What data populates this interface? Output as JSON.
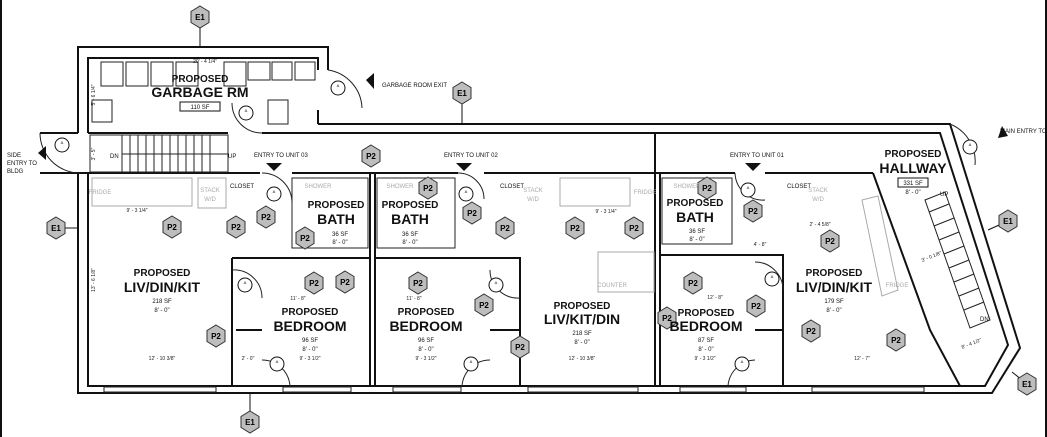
{
  "rooms": {
    "garbage": {
      "prefix": "PROPOSED",
      "name": "GARBAGE RM",
      "area": "110 SF"
    },
    "hallway": {
      "prefix": "PROPOSED",
      "name": "HALLWAY",
      "area": "331 SF",
      "height": "8' - 0\""
    },
    "unit3_living": {
      "prefix": "PROPOSED",
      "name": "LIV/DIN/KIT",
      "area": "218 SF",
      "height": "8' - 0\""
    },
    "unit3_bath": {
      "prefix": "PROPOSED",
      "name": "BATH",
      "area": "36 SF",
      "height": "8' - 0\""
    },
    "unit3_bedroom": {
      "prefix": "PROPOSED",
      "name": "BEDROOM",
      "area": "96 SF",
      "height": "8' - 0\""
    },
    "unit2_bath": {
      "prefix": "PROPOSED",
      "name": "BATH",
      "area": "36 SF",
      "height": "8' - 0\""
    },
    "unit2_bedroom": {
      "prefix": "PROPOSED",
      "name": "BEDROOM",
      "area": "96 SF",
      "height": "8' - 0\""
    },
    "unit2_living": {
      "prefix": "PROPOSED",
      "name": "LIV/KIT/DIN",
      "area": "218 SF",
      "height": "8' - 0\""
    },
    "unit1_bath": {
      "prefix": "PROPOSED",
      "name": "BATH",
      "area": "36 SF",
      "height": "8' - 0\""
    },
    "unit1_bedroom": {
      "prefix": "PROPOSED",
      "name": "BEDROOM",
      "area": "87 SF",
      "height": "8' - 0\""
    },
    "unit1_living": {
      "prefix": "PROPOSED",
      "name": "LIV/DIN/KIT",
      "area": "179 SF",
      "height": "8' - 0\""
    }
  },
  "notes": {
    "side_entry": [
      "SIDE",
      "ENTRY TO",
      "BLDG"
    ],
    "garbage_exit": "GARBAGE ROOM EXIT",
    "entry_unit3": "ENTRY TO UNIT 03",
    "entry_unit2": "ENTRY TO UNIT 02",
    "entry_unit1": "ENTRY TO UNIT 01",
    "main_entry": "MAIN ENTRY TO"
  },
  "fixtures": {
    "fridge": "FRIDGE",
    "stack": "STACK",
    "wd": "W/D",
    "closet": "CLOSET",
    "shower": "SHOWER",
    "counter": "COUNTER",
    "dn": "DN",
    "up": "UP"
  },
  "dimensions": {
    "garbage_width": "20' - 4 1/4\"",
    "garbage_depth": "5' - 6 1/4\"",
    "stair_width": "3' - 5\"",
    "kitchen3": "9' - 3 1/4\"",
    "unit3_width": "12' - 10 3/8\"",
    "unit3_depth": "13' - 6 1/8\"",
    "bed_width": "11' - 8\"",
    "bed_depth": "9' - 3 1/2\"",
    "closet": "2' - 0\"",
    "unit2_width": "12' - 10 3/8\"",
    "unit1_bed": "12' - 8\"",
    "unit1_width": "12' - 7\"",
    "hall_a": "3' - 0 1/8\"",
    "hall_b": "8' - 4 1/2\"",
    "hall_c": "4' - 8\"",
    "kitchen1": "9' - 3 1/4\"",
    "closet1": "2' - 4 5/8\""
  },
  "tags": {
    "elevation": "E1",
    "partition": "P2",
    "door_tag": "A"
  },
  "colors": {
    "tag_fill": "#bdbdbd",
    "wall": "#111111",
    "fixture": "#aaaaaa"
  }
}
